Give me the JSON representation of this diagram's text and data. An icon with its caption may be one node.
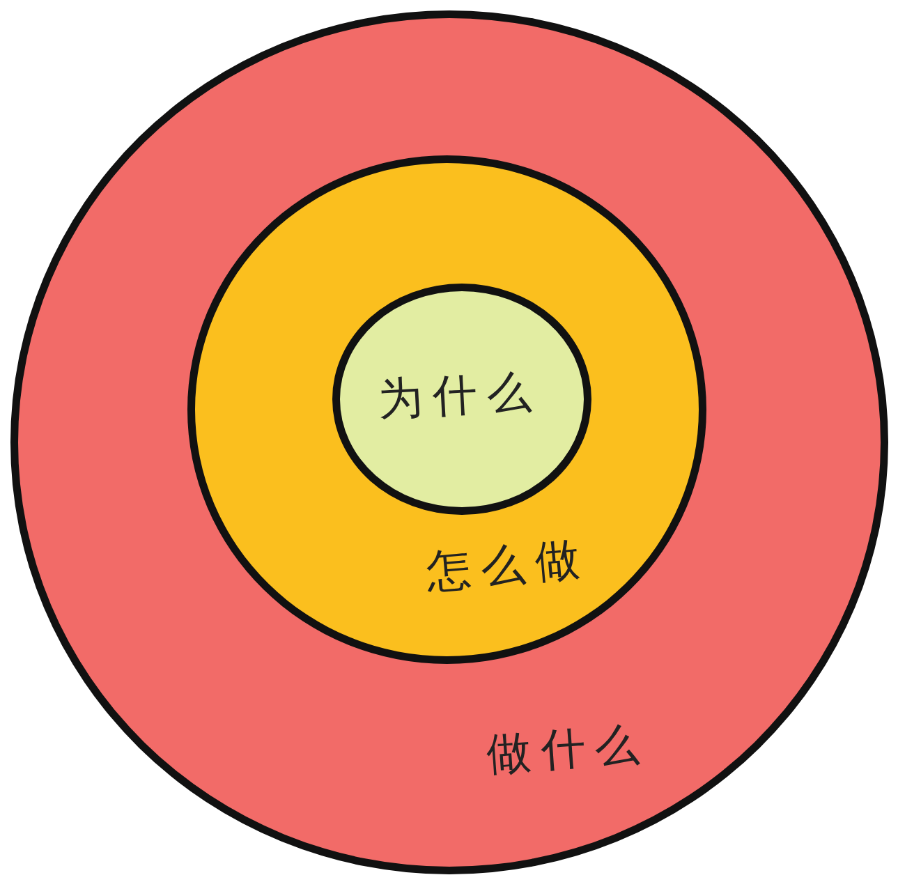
{
  "diagram": {
    "nodes": [
      {
        "text": [
          "做什么"
        ]
      },
      {
        "text": [
          "怎么做"
        ],
        "in": 0
      },
      {
        "text": [
          "为什么"
        ],
        "in": 1
      }
    ]
  }
}
